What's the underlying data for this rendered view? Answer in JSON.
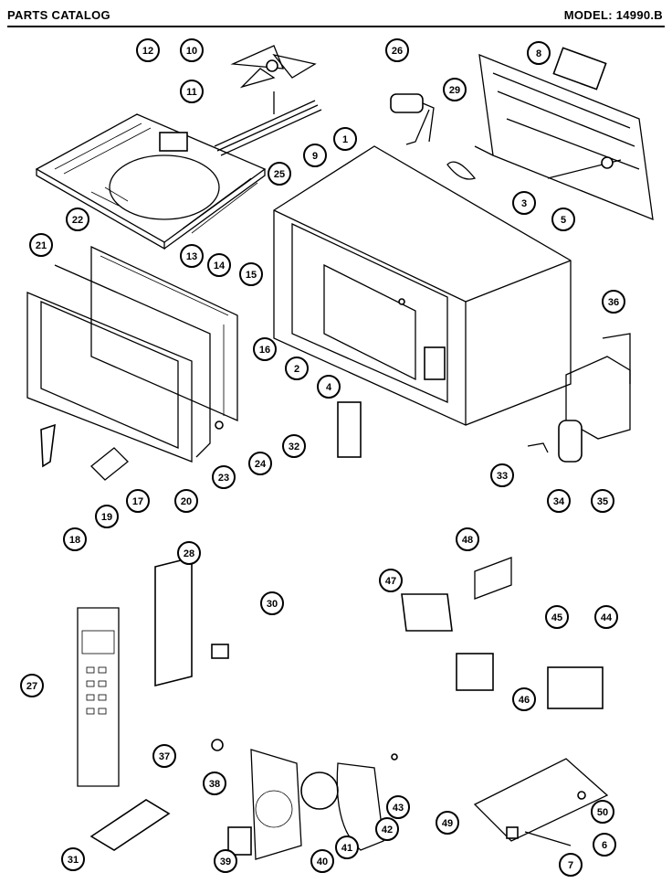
{
  "header": {
    "title": "PARTS CATALOG",
    "model_label": "MODEL:",
    "model_number": "14990.B"
  },
  "callouts": [
    "12",
    "10",
    "11",
    "9",
    "26",
    "29",
    "8",
    "1",
    "3",
    "5",
    "25",
    "13",
    "14",
    "15",
    "16",
    "22",
    "21",
    "2",
    "4",
    "36",
    "24",
    "23",
    "20",
    "17",
    "19",
    "18",
    "32",
    "33",
    "34",
    "35",
    "28",
    "30",
    "48",
    "47",
    "45",
    "44",
    "27",
    "46",
    "37",
    "38",
    "43",
    "42",
    "41",
    "40",
    "39",
    "31",
    "49",
    "50",
    "6",
    "7"
  ]
}
